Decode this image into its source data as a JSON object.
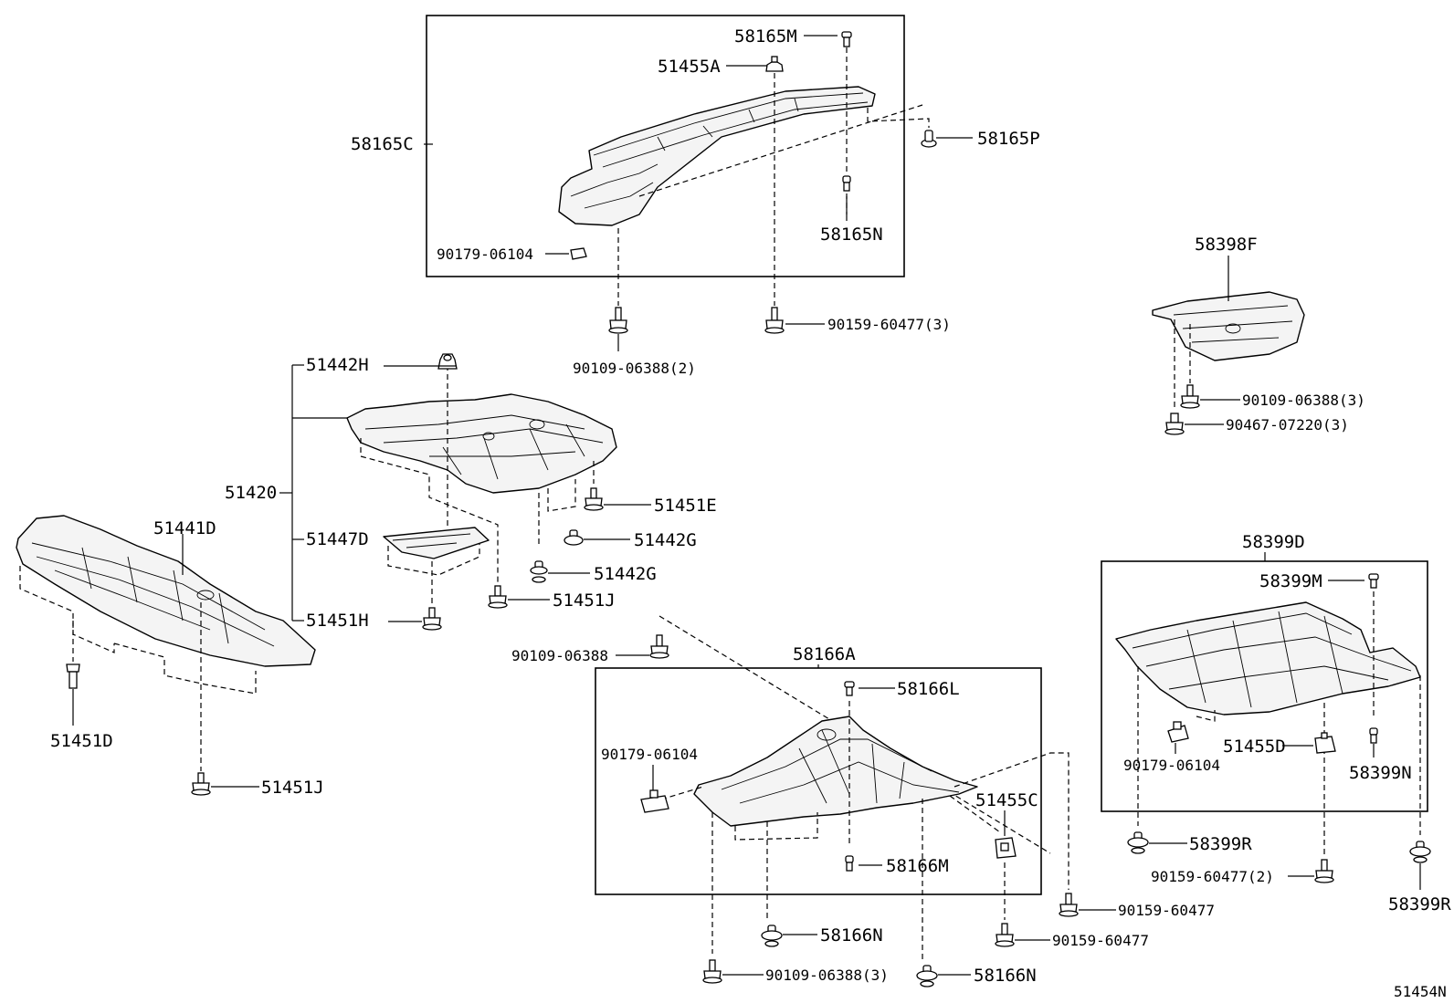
{
  "labels": {
    "p58165M": "58165M",
    "p51455A": "51455A",
    "p58165C": "58165C",
    "p58165P": "58165P",
    "p58165N": "58165N",
    "p90179_top": "90179-06104",
    "p90109_2": "90109-06388(2)",
    "p90159_3": "90159-60477(3)",
    "p58398F": "58398F",
    "p90109_3_right": "90109-06388(3)",
    "p90467_3": "90467-07220(3)",
    "p51442H": "51442H",
    "p51420": "51420",
    "p51447D": "51447D",
    "p51451H": "51451H",
    "p51451E": "51451E",
    "p51442G_1": "51442G",
    "p51442G_2": "51442G",
    "p51451J_mid": "51451J",
    "p51441D": "51441D",
    "p51451D": "51451D",
    "p51451J_low": "51451J",
    "p90109_mid": "90109-06388",
    "p58166A": "58166A",
    "p58166L": "58166L",
    "p90179_mid": "90179-06104",
    "p51455C": "51455C",
    "p58166M": "58166M",
    "p58166N_1": "58166N",
    "p90109_3_bottom": "90109-06388(3)",
    "p58166N_2": "58166N",
    "p90159_a": "90159-60477",
    "p90159_b": "90159-60477",
    "p58399D": "58399D",
    "p58399M": "58399M",
    "p51455D": "51455D",
    "p90179_right": "90179-06104",
    "p58399N": "58399N",
    "p58399R_1": "58399R",
    "p90159_2": "90159-60477(2)",
    "p58399R_2": "58399R",
    "p51454N": "51454N"
  },
  "icons": [
    "bolt-icon",
    "clip-icon",
    "nut-icon",
    "grommet-icon"
  ]
}
